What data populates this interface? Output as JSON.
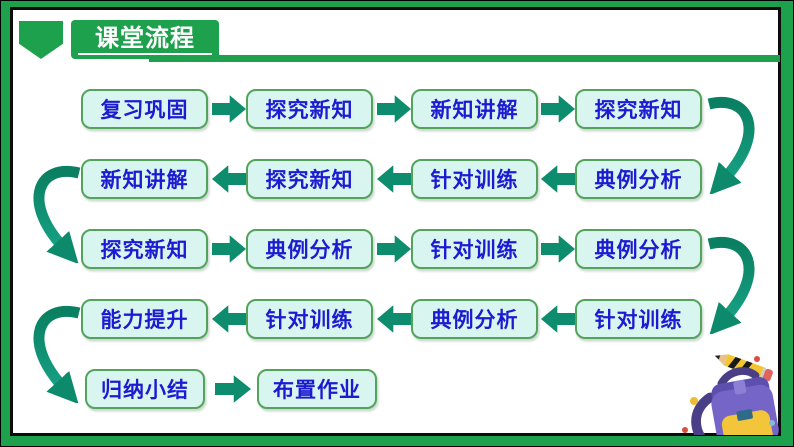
{
  "header": {
    "title": "课堂流程"
  },
  "flow": {
    "rows": [
      {
        "direction": "right",
        "boxes": [
          "复习巩固",
          "探究新知",
          "新知讲解",
          "探究新知"
        ],
        "connector": "curve-down-right"
      },
      {
        "direction": "left",
        "boxes": [
          "新知讲解",
          "探究新知",
          "针对训练",
          "典例分析"
        ],
        "connector": "curve-down-left"
      },
      {
        "direction": "right",
        "boxes": [
          "探究新知",
          "典例分析",
          "针对训练",
          "典例分析"
        ],
        "connector": "curve-down-right"
      },
      {
        "direction": "left",
        "boxes": [
          "能力提升",
          "针对训练",
          "典例分析",
          "针对训练"
        ],
        "connector": "curve-down-left"
      },
      {
        "direction": "right",
        "boxes": [
          "归纳小结",
          "布置作业"
        ],
        "connector": null
      }
    ]
  },
  "colors": {
    "frame_green": "#1ea14c",
    "arrow_teal": "#0e8d6e",
    "box_fill": "#d9f5ef",
    "box_border": "#53a35d",
    "box_text_blue": "#1b1bd2"
  },
  "decor": [
    "pencil-icon",
    "backpack-icon",
    "confetti-dots"
  ]
}
